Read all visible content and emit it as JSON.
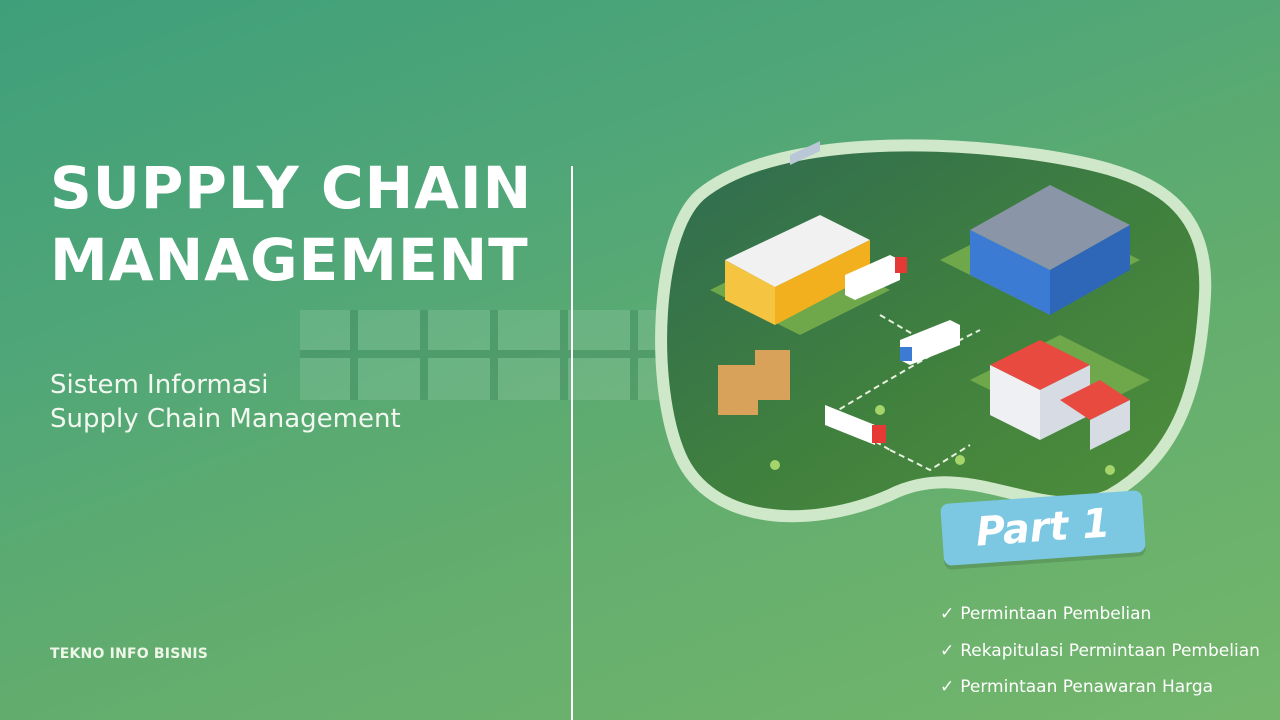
{
  "title": {
    "line1": "SUPPLY CHAIN",
    "line2": "MANAGEMENT"
  },
  "subtitle": {
    "line1": "Sistem Informasi",
    "line2": "Supply Chain Management"
  },
  "brand": "TEKNO INFO BISNIS",
  "badge": "Part 1",
  "topics": [
    {
      "icon": "check-icon",
      "label": "Permintaan Pembelian"
    },
    {
      "icon": "check-icon",
      "label": "Rekapitulasi Permintaan Pembelian"
    },
    {
      "icon": "check-icon",
      "label": "Permintaan Penawaran Harga"
    }
  ],
  "colors": {
    "badge": "#7cc8e3",
    "background": "#5aa973"
  }
}
